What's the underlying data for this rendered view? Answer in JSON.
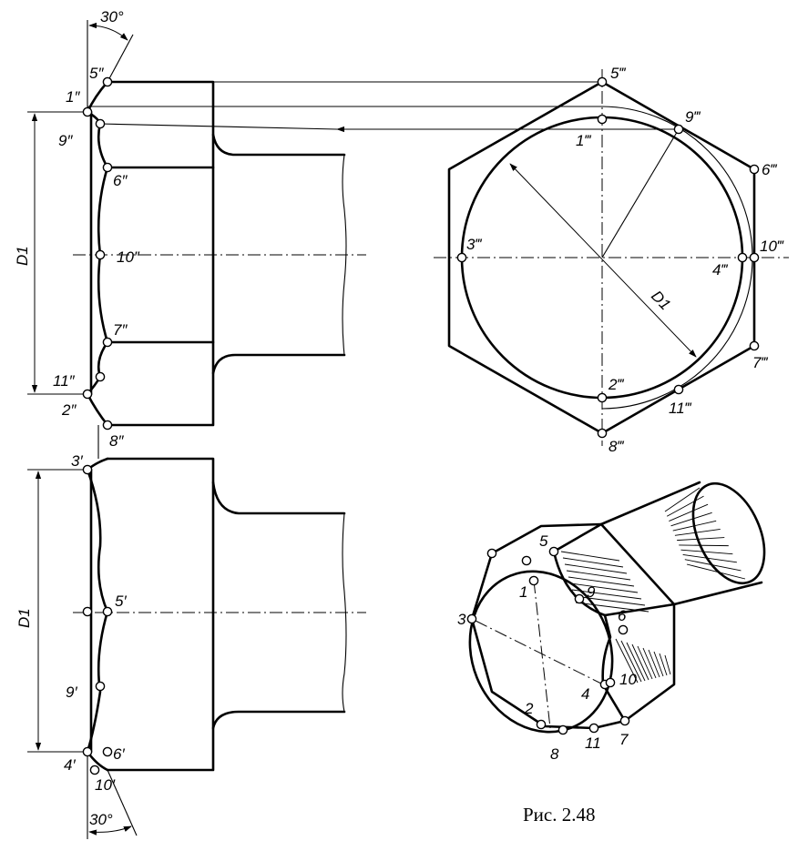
{
  "angle_top": "30°",
  "angle_bottom": "30°",
  "dim_D1": "D1",
  "caption": "Рис. 2.48",
  "front_view": {
    "p1": "1″",
    "p2": "2″",
    "p5": "5″",
    "p6": "6″",
    "p7": "7″",
    "p8": "8″",
    "p9": "9″",
    "p10": "10″",
    "p11": "11″"
  },
  "side_view": {
    "p3": "3′",
    "p4": "4′",
    "p5": "5′",
    "p6": "6′",
    "p9": "9′",
    "p10": "10′"
  },
  "top_view": {
    "p1": "1‴",
    "p2": "2‴",
    "p3": "3‴",
    "p4": "4‴",
    "p5": "5‴",
    "p6": "6‴",
    "p7": "7‴",
    "p8": "8‴",
    "p9": "9‴",
    "p10": "10‴",
    "p11": "11‴"
  },
  "iso_view": {
    "p1": "1",
    "p2": "2",
    "p3": "3",
    "p4": "4",
    "p5": "5",
    "p6": "6",
    "p7": "7",
    "p8": "8",
    "p9": "9",
    "p10": "10",
    "p11": "11"
  }
}
